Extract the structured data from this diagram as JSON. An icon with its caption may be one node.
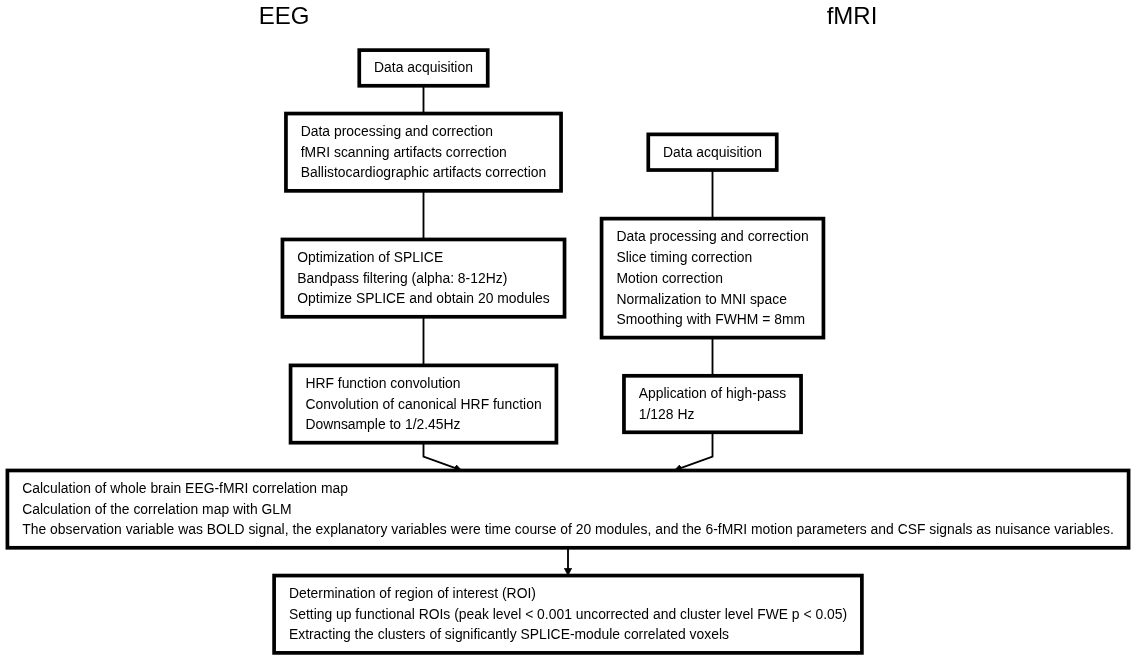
{
  "diagram": {
    "nodes": [
      {
        "text": [
          "Data acquisition"
        ]
      },
      {
        "text": [
          "Data processing and correction",
          "fMRI scanning artifacts correction",
          "Ballistocardiographic artifacts correction"
        ]
      },
      {
        "text": [
          "Optimization of SPLICE",
          "Bandpass filtering (alpha: 8-12Hz)",
          "Optimize SPLICE and obtain 20 modules"
        ]
      },
      {
        "text": [
          "HRF function convolution",
          "Convolution of canonical HRF function",
          "Downsample to 1/2.45Hz"
        ]
      },
      {
        "text": [
          "Data acquisition"
        ]
      },
      {
        "text": [
          "Data processing and correction",
          "Slice timing correction",
          "Motion correction",
          "Normalization to MNI space",
          "Smoothing with FWHM = 8mm"
        ]
      },
      {
        "text": [
          "Application of high-pass",
          "1/128 Hz"
        ]
      },
      {
        "text": [
          "Calculation of whole brain EEG-fMRI correlation map",
          "Calculation of the correlation map with GLM",
          "The observation variable was BOLD signal, the explanatory variables were time course of 20 modules, and the 6-fMRI motion parameters and CSF signals as nuisance variables."
        ]
      },
      {
        "text": [
          "Determination of region of interest (ROI)",
          "Setting up functional ROIs (peak level < 0.001 uncorrected and cluster level FWE p < 0.05)",
          "Extracting the clusters of significantly SPLICE-module correlated voxels"
        ]
      }
    ],
    "edges": [
      {
        "from": 0,
        "to": 1,
        "arrow": "none"
      },
      {
        "from": 1,
        "to": 2,
        "arrow": "none"
      },
      {
        "from": 2,
        "to": 3,
        "arrow": "none"
      },
      {
        "from": 3,
        "to": 7,
        "arrow": "to"
      },
      {
        "from": 4,
        "to": 5,
        "arrow": "none"
      },
      {
        "from": 5,
        "to": 6,
        "arrow": "none"
      },
      {
        "from": 6,
        "to": 7,
        "arrow": "to"
      },
      {
        "from": 7,
        "to": 8,
        "arrow": "to"
      }
    ],
    "labels": [
      "EEG",
      "fMRI"
    ]
  }
}
